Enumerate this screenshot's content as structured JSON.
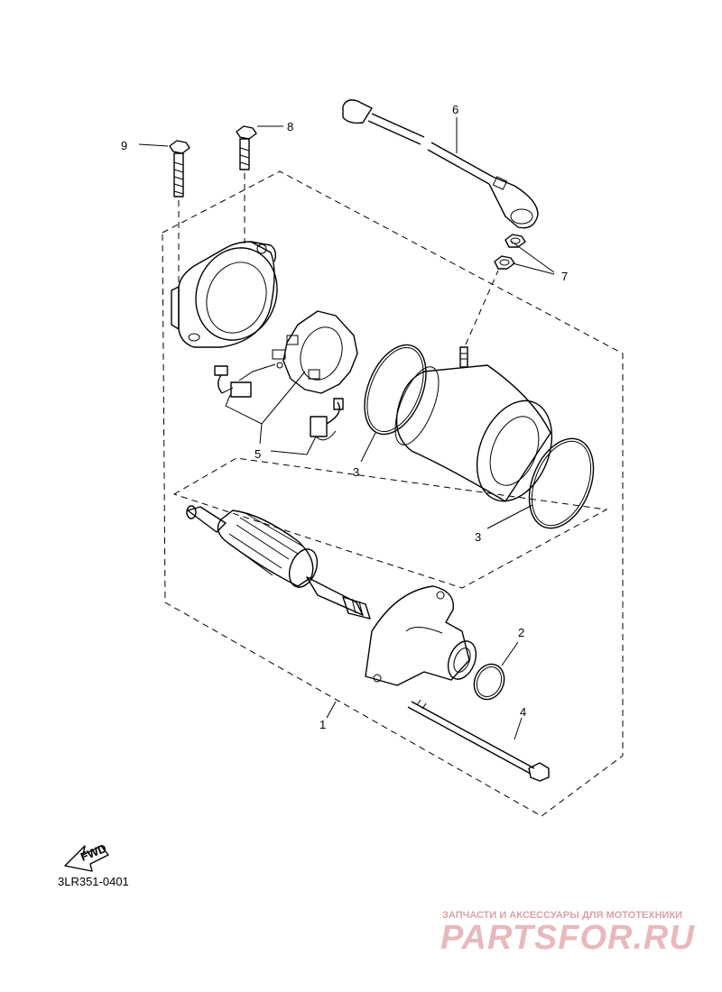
{
  "diagram": {
    "callouts": {
      "c1": "1",
      "c2": "2",
      "c3a": "3",
      "c3b": "3",
      "c4": "4",
      "c5": "5",
      "c6": "6",
      "c7": "7",
      "c8": "8",
      "c9": "9"
    },
    "fwd_label": "FWD",
    "figure_code": "3LR351-0401"
  },
  "watermark": {
    "tagline": "ЗАПЧАСТИ И АКСЕССУАРЫ ДЛЯ МОТОТЕХНИКИ",
    "brand": "PARTSFOR.RU",
    "color": "#e8b9bc"
  }
}
